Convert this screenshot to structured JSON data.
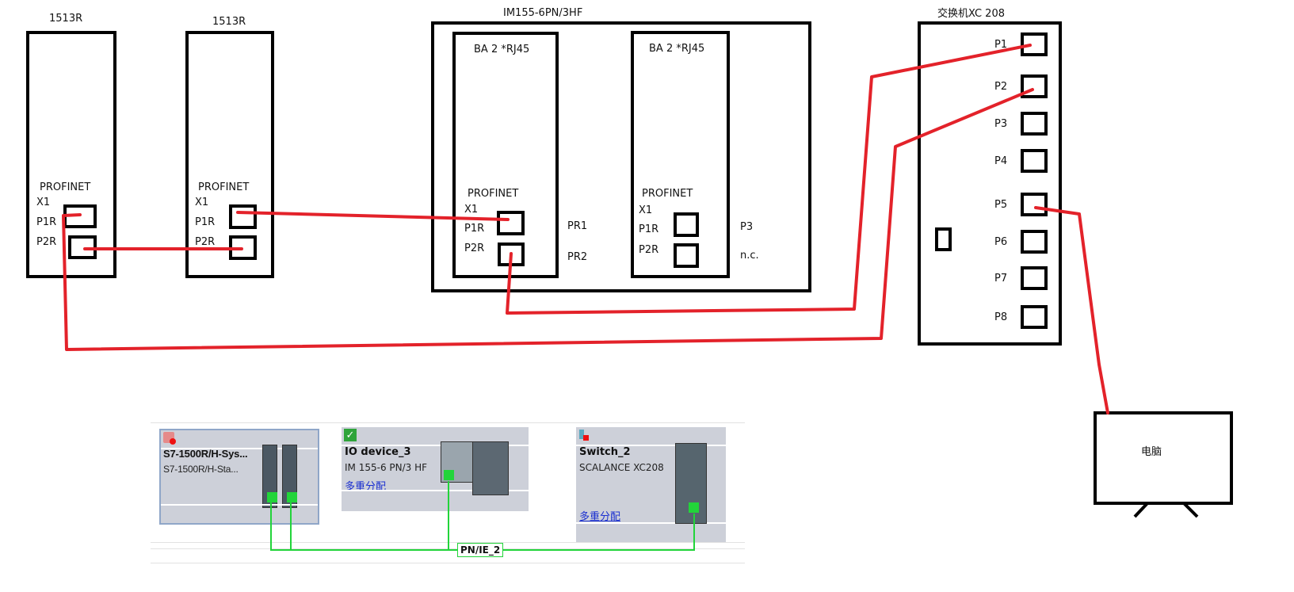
{
  "topology": {
    "cpu1": {
      "title": "1513R",
      "profinet": "PROFINET",
      "x1": "X1",
      "p1r": "P1R",
      "p2r": "P2R"
    },
    "cpu2": {
      "title": "1513R",
      "profinet": "PROFINET",
      "x1": "X1",
      "p1r": "P1R",
      "p2r": "P2R"
    },
    "im": {
      "title": "IM155-6PN/3HF",
      "ba1": {
        "title": "BA 2 *RJ45",
        "profinet": "PROFINET",
        "x1": "X1",
        "p1r": "P1R",
        "p2r": "P2R",
        "right1": "PR1",
        "right2": "PR2"
      },
      "ba2": {
        "title": "BA 2 *RJ45",
        "profinet": "PROFINET",
        "x1": "X1",
        "p1r": "P1R",
        "p2r": "P2R",
        "right1": "P3",
        "right2": "n.c."
      }
    },
    "switch": {
      "title": "交换机XC 208",
      "ports": [
        "P1",
        "P2",
        "P3",
        "P4",
        "P5",
        "P6",
        "P7",
        "P8"
      ]
    },
    "pc": {
      "label": "电脑"
    },
    "wire_color": "#e3222a"
  },
  "network_view": {
    "devices": [
      {
        "name": "S7-1500R/H-Sys...",
        "type": "S7-1500R/H-Sta...",
        "status_icon": "error-icon"
      },
      {
        "name": "IO device_3",
        "type": "IM 155-6 PN/3 HF",
        "link": "多重分配",
        "status_icon": "check-icon"
      },
      {
        "name": "Switch_2",
        "type": "SCALANCE XC208",
        "link": "多重分配",
        "status_icon": "not-reachable-icon"
      }
    ],
    "subnet": "PN/IE_2",
    "subnet_color": "#22d43a"
  }
}
